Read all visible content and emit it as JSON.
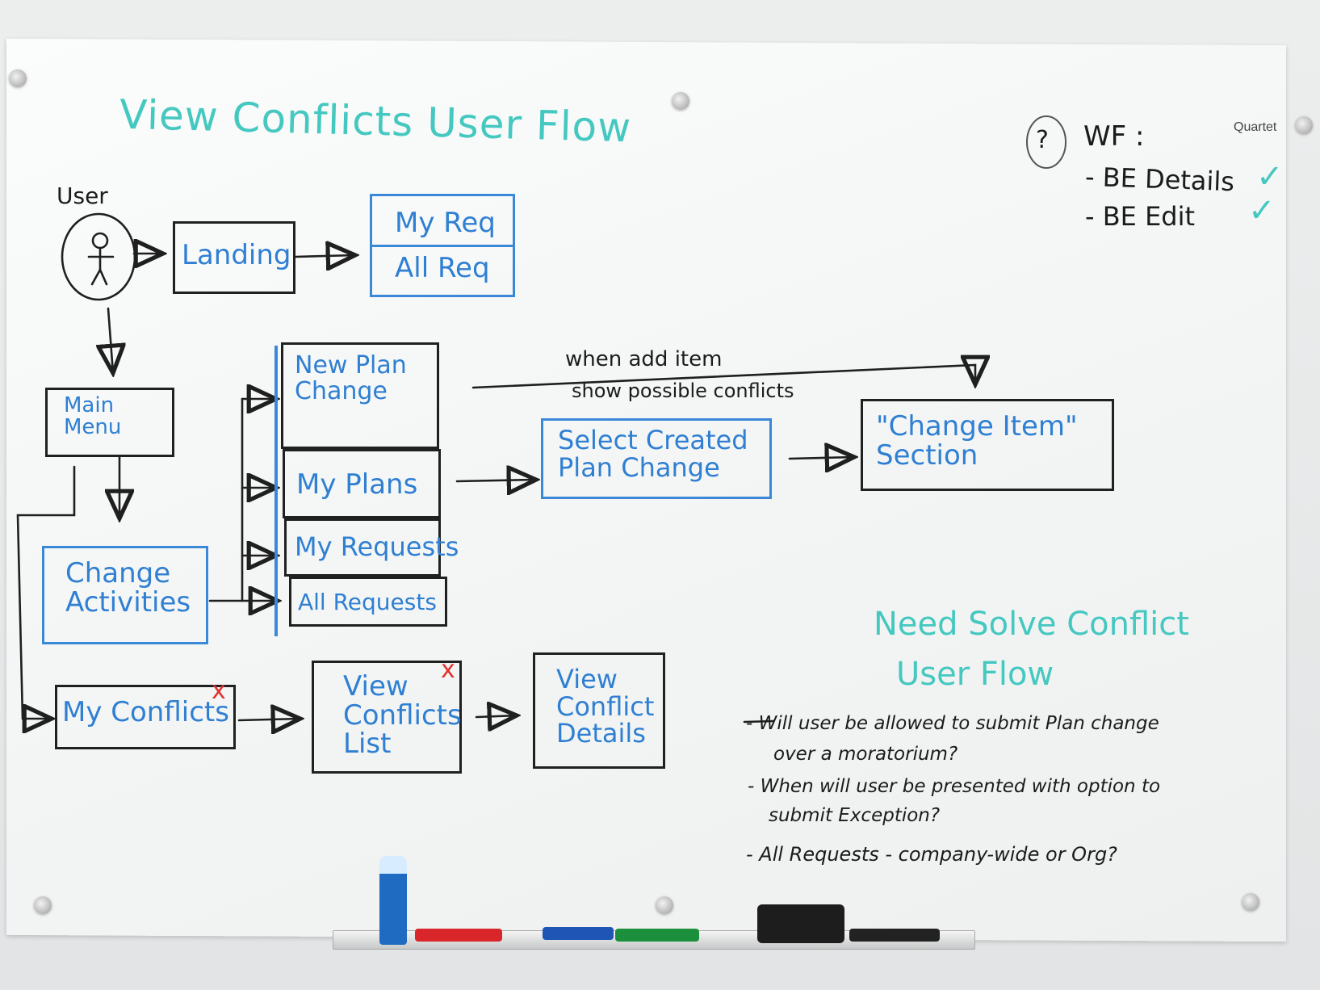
{
  "title": "View Conflicts  User Flow",
  "brand": "Quartet",
  "wf_block": {
    "question_mark": "?",
    "heading": "WF :",
    "items": [
      {
        "text": "- BE Details",
        "check": "✓"
      },
      {
        "text": "- BE Edit",
        "check": "✓"
      }
    ]
  },
  "user_label": "User",
  "boxes": {
    "landing": "Landing",
    "my_req": "My Req",
    "all_req": "All Req",
    "main_menu": "Main Menu",
    "change_activities": "Change Activities",
    "new_plan_change": "New Plan Change",
    "my_plans": "My Plans",
    "my_requests": "My Requests",
    "all_requests": "All Requests",
    "select_created": "Select Created Plan Change",
    "change_item": "\"Change Item\" Section",
    "my_conflicts": "My Conflicts",
    "view_conflicts_list": "View Conflicts List",
    "view_conflict_details": "View Conflict Details"
  },
  "x_marks": {
    "my_conflicts": "x",
    "view_conflicts_list": "x"
  },
  "flow_note": {
    "line1": "when  add  item",
    "line2": "show  possible  conflicts"
  },
  "second_title": {
    "line1": "Need Solve Conflict",
    "line2": "User Flow"
  },
  "questions": [
    "- Will user be allowed to submit Plan change",
    "over a moratorium?",
    "- When will user be presented with option to",
    "submit Exception?",
    "- All Requests - company-wide or Org?"
  ],
  "colors": {
    "teal": "#45c8c0",
    "blue": "#2f7fd2",
    "black": "#1b1b1b",
    "red": "#e2302e"
  }
}
